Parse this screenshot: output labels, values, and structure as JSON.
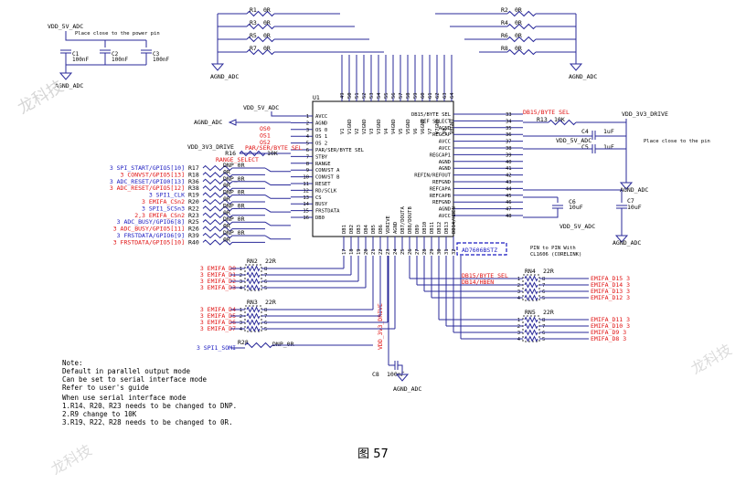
{
  "caption": "图 57",
  "watermark": "龙科技",
  "colors": {
    "wire": "#2a2a9a",
    "red": "#e01010",
    "blue": "#1a1ac0",
    "black": "#000000",
    "dark": "#222222"
  },
  "power_top": {
    "net": "VDD_5V_ADC",
    "note": "Place close to the power pin",
    "gnd": "AGND_ADC",
    "caps": [
      {
        "ref": "C1",
        "val": "100nF"
      },
      {
        "ref": "C2",
        "val": "100nF"
      },
      {
        "ref": "C3",
        "val": "100nF"
      }
    ]
  },
  "top_resistors": {
    "left": [
      {
        "ref": "R1",
        "val": "0R"
      },
      {
        "ref": "R3",
        "val": "0R"
      },
      {
        "ref": "R5",
        "val": "0R"
      },
      {
        "ref": "R7",
        "val": "0R"
      }
    ],
    "right": [
      {
        "ref": "R2",
        "val": "0R"
      },
      {
        "ref": "R4",
        "val": "0R"
      },
      {
        "ref": "R6",
        "val": "0R"
      },
      {
        "ref": "R8",
        "val": "0R"
      }
    ],
    "gnd_left": "AGND_ADC",
    "gnd_right": "AGND_ADC"
  },
  "chip": {
    "ref": "U1",
    "part": "AD7606BSTZ",
    "note1": "PIN to PIN With",
    "note2": "CL1606 (CORELINK)",
    "top_pins": [
      {
        "name": "V1",
        "num": "49"
      },
      {
        "name": "V1GND",
        "num": "50"
      },
      {
        "name": "V2",
        "num": "51"
      },
      {
        "name": "V2GND",
        "num": "52"
      },
      {
        "name": "V3",
        "num": "53"
      },
      {
        "name": "V3GND",
        "num": "54"
      },
      {
        "name": "V4",
        "num": "55"
      },
      {
        "name": "V4GND",
        "num": "56"
      },
      {
        "name": "V5",
        "num": "57"
      },
      {
        "name": "V5GND",
        "num": "58"
      },
      {
        "name": "V6",
        "num": "59"
      },
      {
        "name": "V6GND",
        "num": "60"
      },
      {
        "name": "V7",
        "num": "61"
      },
      {
        "name": "V7GND",
        "num": "62"
      },
      {
        "name": "V8",
        "num": "63"
      },
      {
        "name": "V8GND",
        "num": "64"
      }
    ],
    "left_pins": [
      {
        "name": "AVCC",
        "num": "1"
      },
      {
        "name": "AGND",
        "num": "2"
      },
      {
        "name": "OS 0",
        "num": "3"
      },
      {
        "name": "OS 1",
        "num": "4"
      },
      {
        "name": "OS 2",
        "num": "5"
      },
      {
        "name": "PAR/SER/BYTE SEL",
        "num": "6"
      },
      {
        "name": "STBY",
        "num": "7"
      },
      {
        "name": "RANGE",
        "num": "8"
      },
      {
        "name": "CONVST A",
        "num": "9"
      },
      {
        "name": "CONVST B",
        "num": "10"
      },
      {
        "name": "RESET",
        "num": "11"
      },
      {
        "name": "RD/SCLK",
        "num": "12"
      },
      {
        "name": "CS",
        "num": "13"
      },
      {
        "name": "BUSY",
        "num": "14"
      },
      {
        "name": "FRSTDATA",
        "num": "15"
      },
      {
        "name": "DB0",
        "num": "16"
      }
    ],
    "right_pins": [
      {
        "name": "DB15/BYTE SEL",
        "num": "33"
      },
      {
        "name": "REF SELECT",
        "num": "34"
      },
      {
        "name": "AGND",
        "num": "35"
      },
      {
        "name": "REGCAP",
        "num": "36"
      },
      {
        "name": "AVCC",
        "num": "37"
      },
      {
        "name": "AVCC",
        "num": "38"
      },
      {
        "name": "REGCAP1",
        "num": "39"
      },
      {
        "name": "AGND",
        "num": "40"
      },
      {
        "name": "AGND",
        "num": "41"
      },
      {
        "name": "REFIN/REFOUT",
        "num": "42"
      },
      {
        "name": "REFGND",
        "num": "43"
      },
      {
        "name": "REFCAPA",
        "num": "44"
      },
      {
        "name": "REFCAPB",
        "num": "45"
      },
      {
        "name": "REFGND",
        "num": "46"
      },
      {
        "name": "AGND",
        "num": "47"
      },
      {
        "name": "AVCC",
        "num": "48"
      }
    ],
    "bottom_pins": [
      {
        "name": "DB1",
        "num": "17"
      },
      {
        "name": "DB2",
        "num": "18"
      },
      {
        "name": "DB3",
        "num": "19"
      },
      {
        "name": "DB4",
        "num": "20"
      },
      {
        "name": "DB5",
        "num": "21"
      },
      {
        "name": "DB6",
        "num": "22"
      },
      {
        "name": "VDRIVE",
        "num": "23"
      },
      {
        "name": "AGND",
        "num": "24"
      },
      {
        "name": "DB7/DOUTA",
        "num": "25"
      },
      {
        "name": "DB8/DOUTB",
        "num": "26"
      },
      {
        "name": "DB9",
        "num": "27"
      },
      {
        "name": "DB10",
        "num": "28"
      },
      {
        "name": "DB11",
        "num": "29"
      },
      {
        "name": "DB12",
        "num": "30"
      },
      {
        "name": "DB13",
        "num": "31"
      },
      {
        "name": "DB14/HBEN",
        "num": "32"
      }
    ]
  },
  "left_side": {
    "vdd_5v": "VDD_5V_ADC",
    "agnd": "AGND_ADC",
    "vdd_3v3": "VDD_3V3_DRIVE",
    "os_labels": [
      "OS0",
      "OS1",
      "OS2"
    ],
    "pss": "PAR/SER/BYTE SEL",
    "range_sel": "RANGE_SELECT",
    "r16": {
      "ref": "R16",
      "val": "10K"
    },
    "res_rows": [
      {
        "sig": "3  SPI_START/GPIO5[10]",
        "color": "blue",
        "ref": "R17",
        "val": "DNP_0R"
      },
      {
        "sig": "3  CONVST/GPIO5[13]",
        "color": "red",
        "ref": "R18",
        "val": "0R"
      },
      {
        "sig": "3  ADC_RESET/GPIO0[13]",
        "color": "blue",
        "ref": "R36",
        "val": "DNP_0R"
      },
      {
        "sig": "3  ADC_RESET/GPIO5[12]",
        "color": "red",
        "ref": "R38",
        "val": "0R"
      },
      {
        "sig": "3  SPI1_CLK",
        "color": "blue",
        "ref": "R19",
        "val": "DNP_0R"
      },
      {
        "sig": "3  EMIFA_CSn2",
        "color": "red",
        "ref": "R20",
        "val": "0R"
      },
      {
        "sig": "3  SPI1_SCSn3",
        "color": "blue",
        "ref": "R22",
        "val": "DNP_0R"
      },
      {
        "sig": "2,3  EMIFA_CSn2",
        "color": "red",
        "ref": "R23",
        "val": "0R"
      },
      {
        "sig": "3  ADC_BUSY/GPIO6[8]",
        "color": "blue",
        "ref": "R25",
        "val": "DNP_0R"
      },
      {
        "sig": "3  ADC_BUSY/GPIO5[11]",
        "color": "red",
        "ref": "R26",
        "val": "0R"
      },
      {
        "sig": "3  FRSTDATA/GPIO6[9]",
        "color": "blue",
        "ref": "R39",
        "val": "DNP_0R"
      },
      {
        "sig": "3  FRSTDATA/GPIO5[10]",
        "color": "red",
        "ref": "R40",
        "val": "0R"
      }
    ]
  },
  "right_side": {
    "db15_label": "DB15/BYTE SEL",
    "r13": {
      "ref": "R13",
      "val": "10K"
    },
    "vdd_3v3": "VDD_3V3_DRIVE",
    "c4": {
      "ref": "C4",
      "val": "1uF"
    },
    "c5": {
      "ref": "C5",
      "val": "1uF"
    },
    "vdd_5v": "VDD_5V_ADC",
    "note": "Place close to the pin",
    "agnd": "AGND_ADC",
    "c6": {
      "ref": "C6",
      "val": "10uF"
    },
    "c7": {
      "ref": "C7",
      "val": "10uF"
    },
    "vdd_5v2": "VDD_5V_ADC",
    "agnd2": "AGND_ADC"
  },
  "bottom": {
    "vdrive": "VDD_3V3_DRIVE",
    "c8": {
      "ref": "C8",
      "val": "100nF"
    },
    "agnd": "AGND_ADC",
    "rn2": {
      "ref": "RN2",
      "val": "22R"
    },
    "rn3": {
      "ref": "RN3",
      "val": "22R"
    },
    "rn4": {
      "ref": "RN4",
      "val": "22R"
    },
    "rn5": {
      "ref": "RN5",
      "val": "22R"
    },
    "emifa_left": [
      "3  EMIFA_D0",
      "3  EMIFA_D1",
      "3  EMIFA_D2",
      "3  EMIFA_D3",
      "3  EMIFA_D4",
      "3  EMIFA_D5",
      "3  EMIFA_D6",
      "3  EMIFA_D7"
    ],
    "emifa_right": [
      "EMIFA_D15  3",
      "EMIFA_D14  3",
      "EMIFA_D13  3",
      "EMIFA_D12  3",
      "EMIFA_D11  3",
      "EMIFA_D10  3",
      "EMIFA_D9  3",
      "EMIFA_D8  3"
    ],
    "db15": "DB15/BYTE SEL",
    "db14": "DB14/HBEN",
    "r28": {
      "ref": "R28",
      "val": "DNP_0R"
    },
    "somi": "3  SPI1_SOMI"
  },
  "notes": [
    "Note:",
    "Default in parallel output mode",
    "Can be set to serial interface mode",
    "Refer to user's guide",
    "When use serial interface mode",
    "1.R14、R20、R23 needs to be changed to DNP.",
    "2.R9 change to 10K",
    "3.R19、R22、R28 needs to be changed to 0R."
  ]
}
